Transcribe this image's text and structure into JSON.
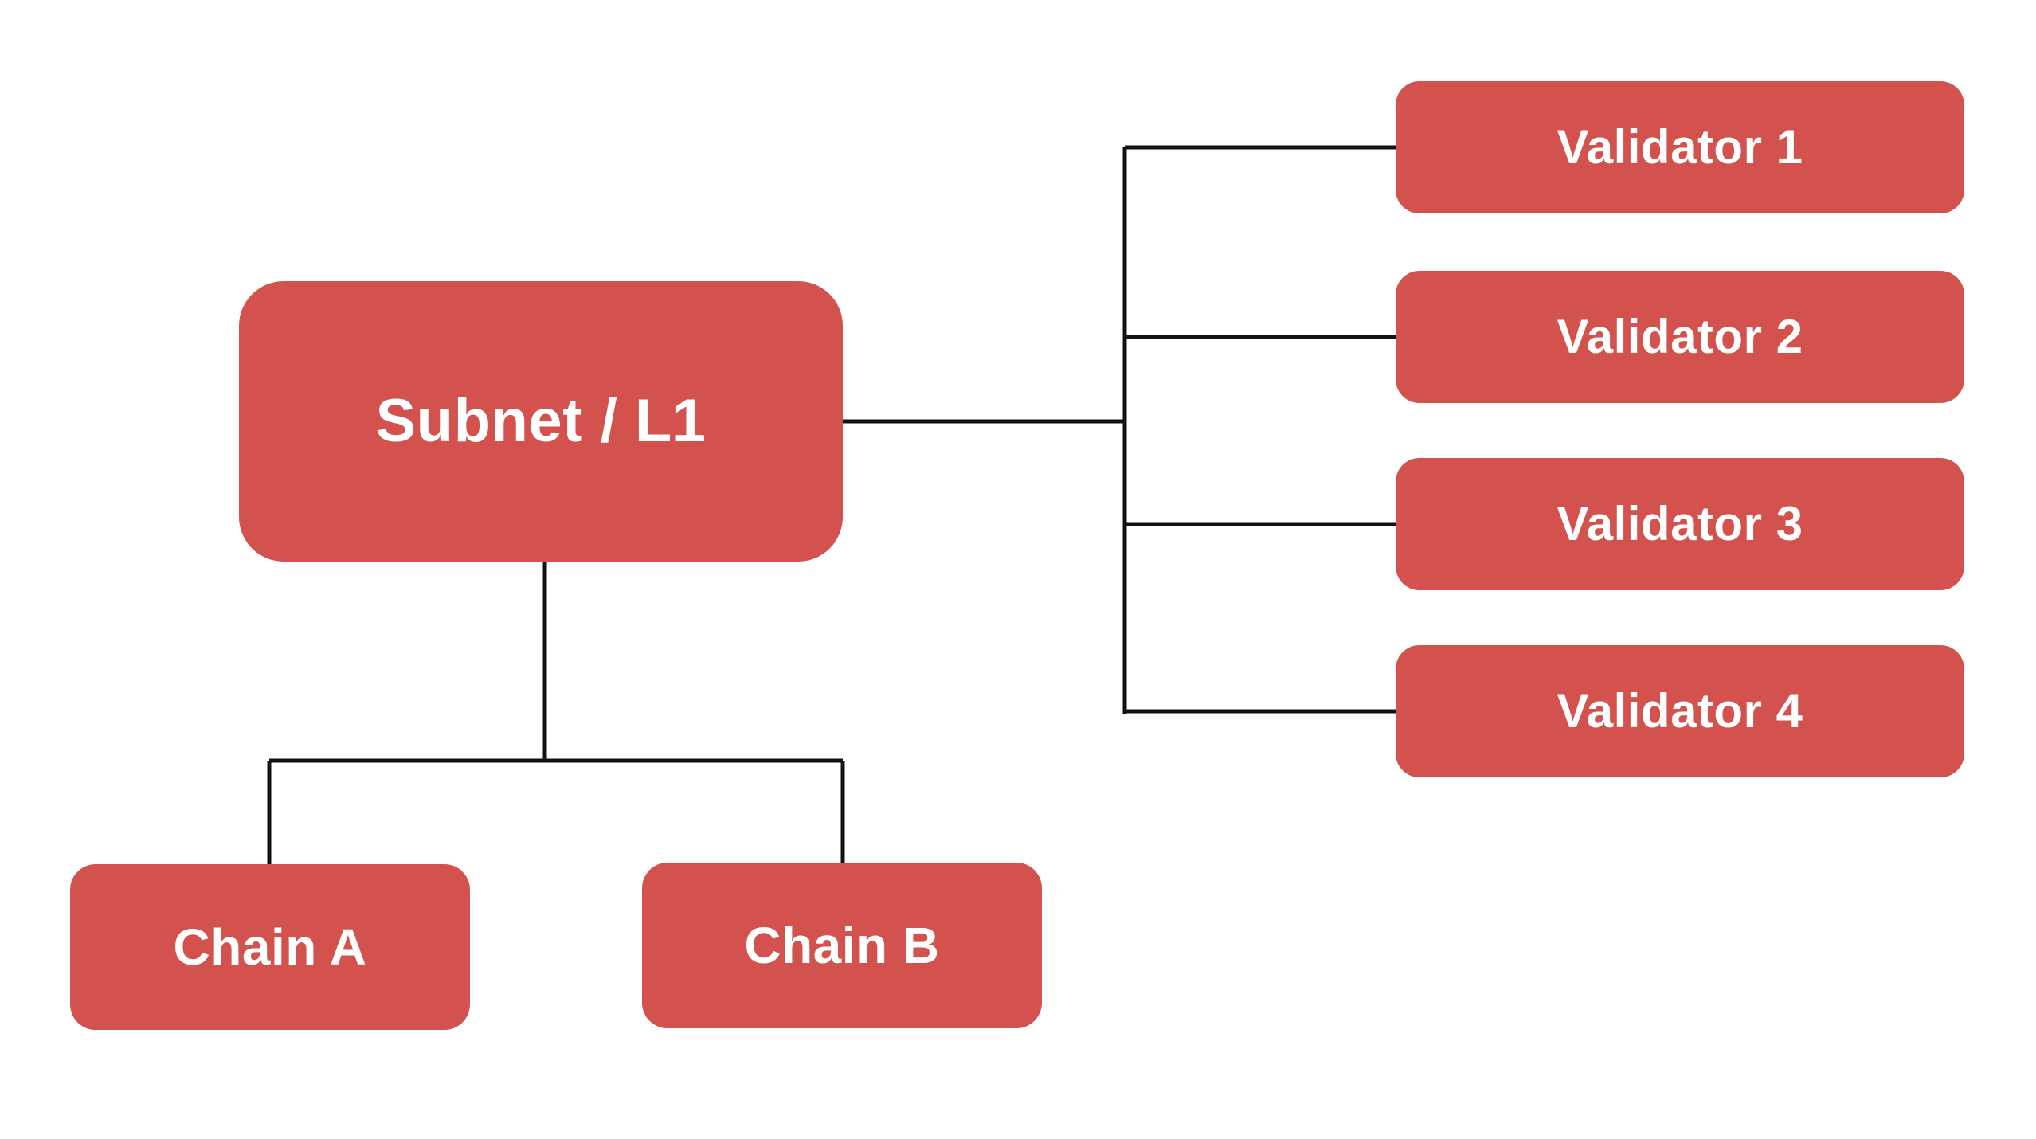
{
  "diagram": {
    "colors": {
      "node_fill": "#D4524D",
      "node_text": "#FFFFFF",
      "connector": "#121212",
      "background": "#FFFFFF"
    },
    "nodes": {
      "subnet": {
        "label": "Subnet / L1"
      },
      "chain_a": {
        "label": "Chain A"
      },
      "chain_b": {
        "label": "Chain B"
      },
      "validators": [
        {
          "label": "Validator 1"
        },
        {
          "label": "Validator 2"
        },
        {
          "label": "Validator 3"
        },
        {
          "label": "Validator 4"
        }
      ]
    }
  }
}
